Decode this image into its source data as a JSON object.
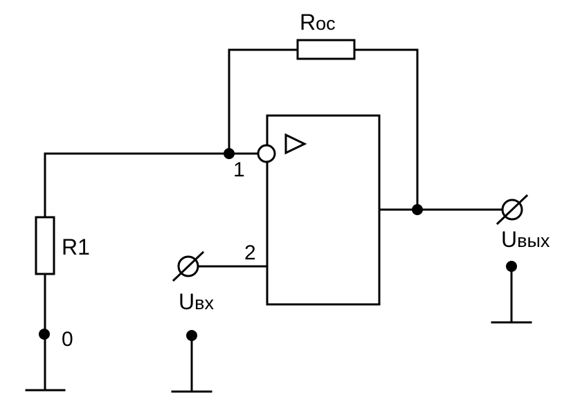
{
  "labels": {
    "feedback_resistor": {
      "main": "R",
      "sub": "ос"
    },
    "input_resistor": "R1",
    "pin_inverting": "1",
    "pin_noninverting": "2",
    "node_zero": "0",
    "input_voltage": {
      "main": "U",
      "sub": "вх"
    },
    "output_voltage": {
      "main": "U",
      "sub": "вых"
    }
  },
  "icons": {
    "amplifier_symbol": "triangle-outline",
    "inverting_input_marker": "open-circle",
    "terminal": "crossed-circle",
    "ground": "ground-bar"
  },
  "colors": {
    "line": "#000000",
    "background": "#ffffff"
  }
}
